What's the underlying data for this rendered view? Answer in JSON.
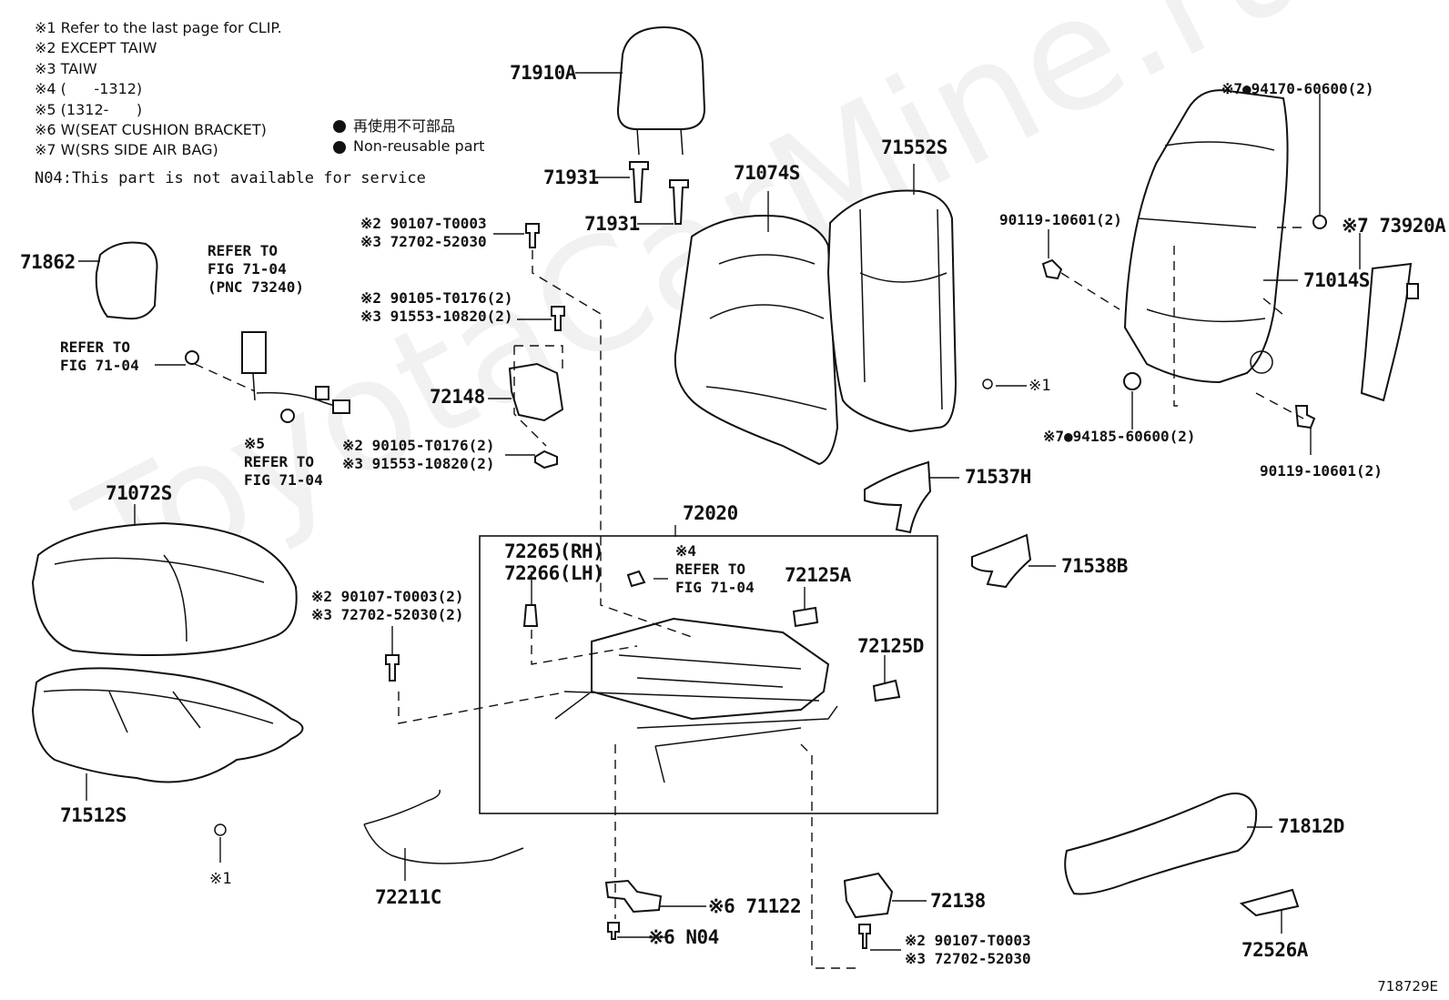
{
  "notes": [
    "※1 Refer to the last page for CLIP.",
    "※2 EXCEPT TAIW",
    "※3 TAIW",
    "※4 (      -1312)",
    "※5 (1312-      )",
    "※6 W(SEAT CUSHION BRACKET)",
    "※7 W(SRS SIDE AIR BAG)"
  ],
  "legend": [
    {
      "icon": "filled-circle",
      "text": "再使用不可部品"
    },
    {
      "icon": "filled-circle",
      "text": "Non-reusable part"
    }
  ],
  "n04_note": "N04:This part is not available for service",
  "watermark": "ToyotaCarMine.ru",
  "diagram_code": "718729E",
  "labels": {
    "p71910A": "71910A",
    "p71931a": "71931",
    "p71931b": "71931",
    "p71074S": "71074S",
    "p71552S": "71552S",
    "p71862": "71862",
    "refer_7104_a": "REFER TO\nFIG 71-04\n(PNC 73240)",
    "refer_7104_b": "REFER TO\nFIG 71-04",
    "refer_7104_c": "※5\nREFER TO\nFIG 71-04",
    "bolt_top": "※2 90107-T0003\n※3 72702-52030",
    "bolt_mid": "※2 90105-T0176(2)\n※3 91553-10820(2)",
    "bolt_low": "※2 90105-T0176(2)\n※3 91553-10820(2)",
    "p72148": "72148",
    "p71072S": "71072S",
    "bolt_cushion": "※2 90107-T0003(2)\n※3 72702-52030(2)",
    "p71512S": "71512S",
    "clip1_a": "※1",
    "clip1_b": "※1",
    "p72020": "72020",
    "p72265": "72265(RH)\n72266(LH)",
    "refer_4": "※4\nREFER TO\nFIG 71-04",
    "p72125A": "72125A",
    "p72125D": "72125D",
    "p72211C": "72211C",
    "p71122": "※6 71122",
    "pN04": "※6 N04",
    "p72138": "72138",
    "bolt_bottom": "※2 90107-T0003\n※3 72702-52030",
    "p71537H": "71537H",
    "p71538B": "71538B",
    "p94170": "※7●94170-60600(2)",
    "p90119a": "90119-10601(2)",
    "p73920A": "※7 73920A",
    "p71014S": "71014S",
    "p94185": "※7●94185-60600(2)",
    "p90119b": "90119-10601(2)",
    "p71812D": "71812D",
    "p72526A": "72526A"
  }
}
